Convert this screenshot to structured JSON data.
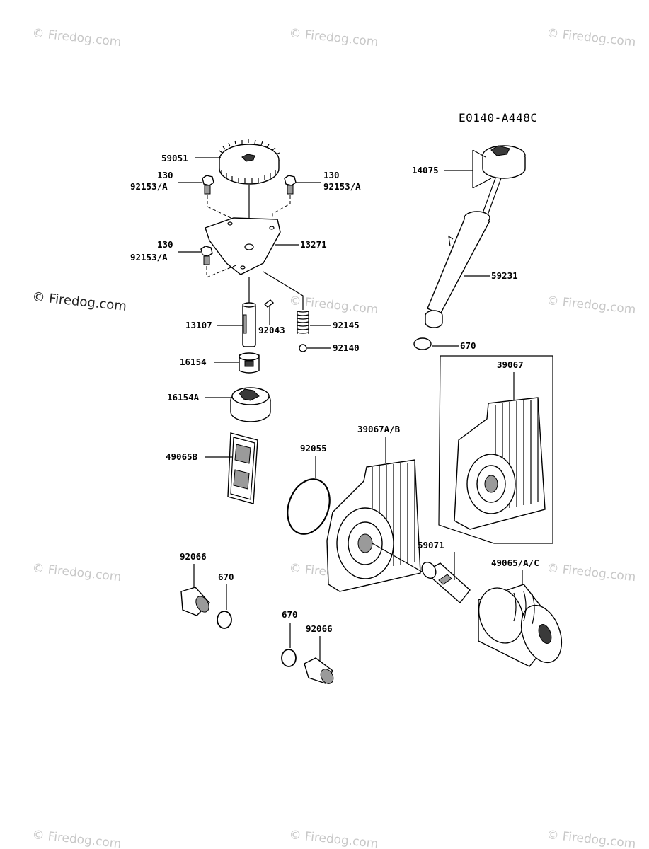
{
  "diagram_code": "E0140-A448C",
  "watermark": {
    "tile_text": "© Firedog.com",
    "main_text": "© Firedog.com"
  },
  "labels": {
    "gear": "59051",
    "bolt_top_left_a": "130",
    "bolt_top_left_b": "92153/A",
    "bolt_top_right_a": "130",
    "bolt_top_right_b": "92153/A",
    "plate": "13271",
    "bolt_mid_a": "130",
    "bolt_mid_b": "92153/A",
    "shaft": "13107",
    "pin": "92043",
    "spring": "92145",
    "ball": "92140",
    "inner_rotor": "16154",
    "outer_rotor": "16154A",
    "screen": "49065B",
    "dipstick": "14075",
    "tube": "59231",
    "oring_tube": "670",
    "cooler_right": "39067",
    "cooler_left": "39067A/B",
    "gasket": "92055",
    "fitting": "59071",
    "filter": "49065/A/C",
    "plug_left": "92066",
    "oring_left": "670",
    "oring_bottom": "670",
    "plug_bottom": "92066"
  }
}
